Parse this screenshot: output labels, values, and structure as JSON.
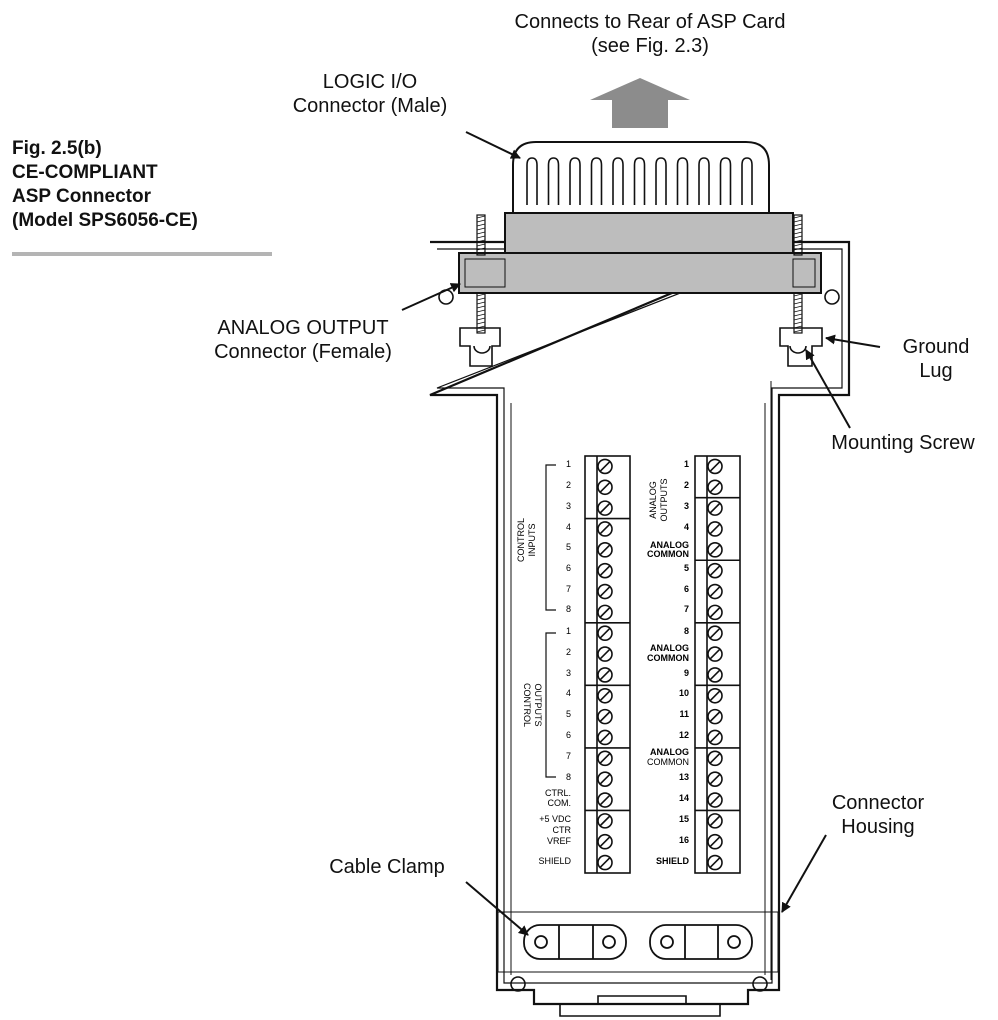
{
  "figure": {
    "caption": [
      "Fig. 2.5(b)",
      "CE-COMPLIANT",
      "ASP Connector",
      "(Model SPS6056-CE)"
    ]
  },
  "callouts": {
    "rear_card": [
      "Connects to Rear of ASP Card",
      "(see Fig. 2.3)"
    ],
    "logic_io": [
      "LOGIC I/O",
      "Connector (Male)"
    ],
    "analog_output": [
      "ANALOG OUTPUT",
      "Connector (Female)"
    ],
    "ground_lug": [
      "Ground",
      "Lug"
    ],
    "mounting_screw": "Mounting Screw",
    "connector_housing": [
      "Connector",
      "Housing"
    ],
    "cable_clamp": "Cable Clamp"
  },
  "terminals": {
    "left": {
      "pin_labels": [
        "1",
        "2",
        "3",
        "4",
        "5",
        "6",
        "7",
        "8",
        "1",
        "2",
        "3",
        "4",
        "5",
        "6",
        "7",
        "8",
        "CTRL.",
        "COM.",
        "+5 VDC",
        "CTR",
        "VREF",
        "SHIELD"
      ],
      "group_labels": [
        [
          "CONTROL",
          "INPUTS"
        ],
        [
          "CONTROL",
          "OUTPUTS"
        ]
      ]
    },
    "right": {
      "pin_labels": [
        "1",
        "2",
        "3",
        "4",
        "5",
        "6",
        "7",
        "8",
        "9",
        "10",
        "11",
        "12",
        "13",
        "14",
        "15",
        "16",
        "SHIELD"
      ],
      "group_labels": [
        [
          "ANALOG",
          "OUTPUTS"
        ],
        [
          "ANALOG",
          "COMMON"
        ],
        [
          "ANALOG",
          "COMMON"
        ],
        [
          "ANALOG",
          "COMMON"
        ]
      ]
    }
  }
}
